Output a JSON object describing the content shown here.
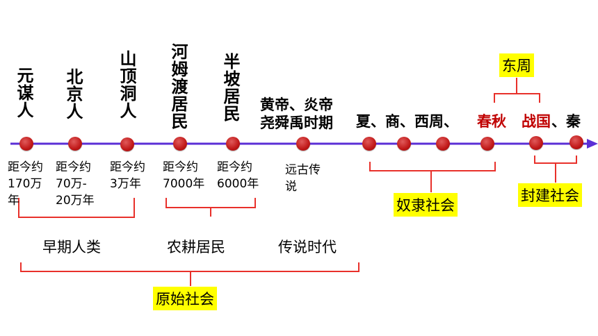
{
  "labels": {
    "yuanmou": "元谋人",
    "beijing": "北京人",
    "shanding": "山顶洞人",
    "hemudu": "河姆渡居民",
    "banpo": "半坡居民",
    "huangdi_l1": "黄帝、炎帝",
    "huangdi_l2": "尧舜禹时期",
    "xia": "夏、商、西周、",
    "chunqiu": "春秋",
    "zhanguo": "战国",
    "qin": "、秦"
  },
  "dates": {
    "yuanmou_l1": "距今约",
    "yuanmou_l2": "170万",
    "yuanmou_l3": "年",
    "beijing_l1": "距今约",
    "beijing_l2": "70万-",
    "beijing_l3": "20万年",
    "shanding_l1": "距今约",
    "shanding_l2": "3万年",
    "hemudu_l1": "距今约",
    "hemudu_l2": "7000年",
    "banpo_l1": "距今约",
    "banpo_l2": "6000年",
    "legend_l1": "远古传",
    "legend_l2": "说"
  },
  "groups": {
    "early": "早期人类",
    "farming": "农耕居民",
    "legend": "传说时代"
  },
  "highlights": {
    "primitive": "原始社会",
    "slave": "奴隶社会",
    "feudal": "封建社会",
    "dongzhou": "东周"
  },
  "colors": {
    "axis": "#5b2fd6",
    "dot": "#c01818",
    "bracket": "#e8302a",
    "highlight": "#ffff00",
    "emphasis": "#c00000"
  }
}
